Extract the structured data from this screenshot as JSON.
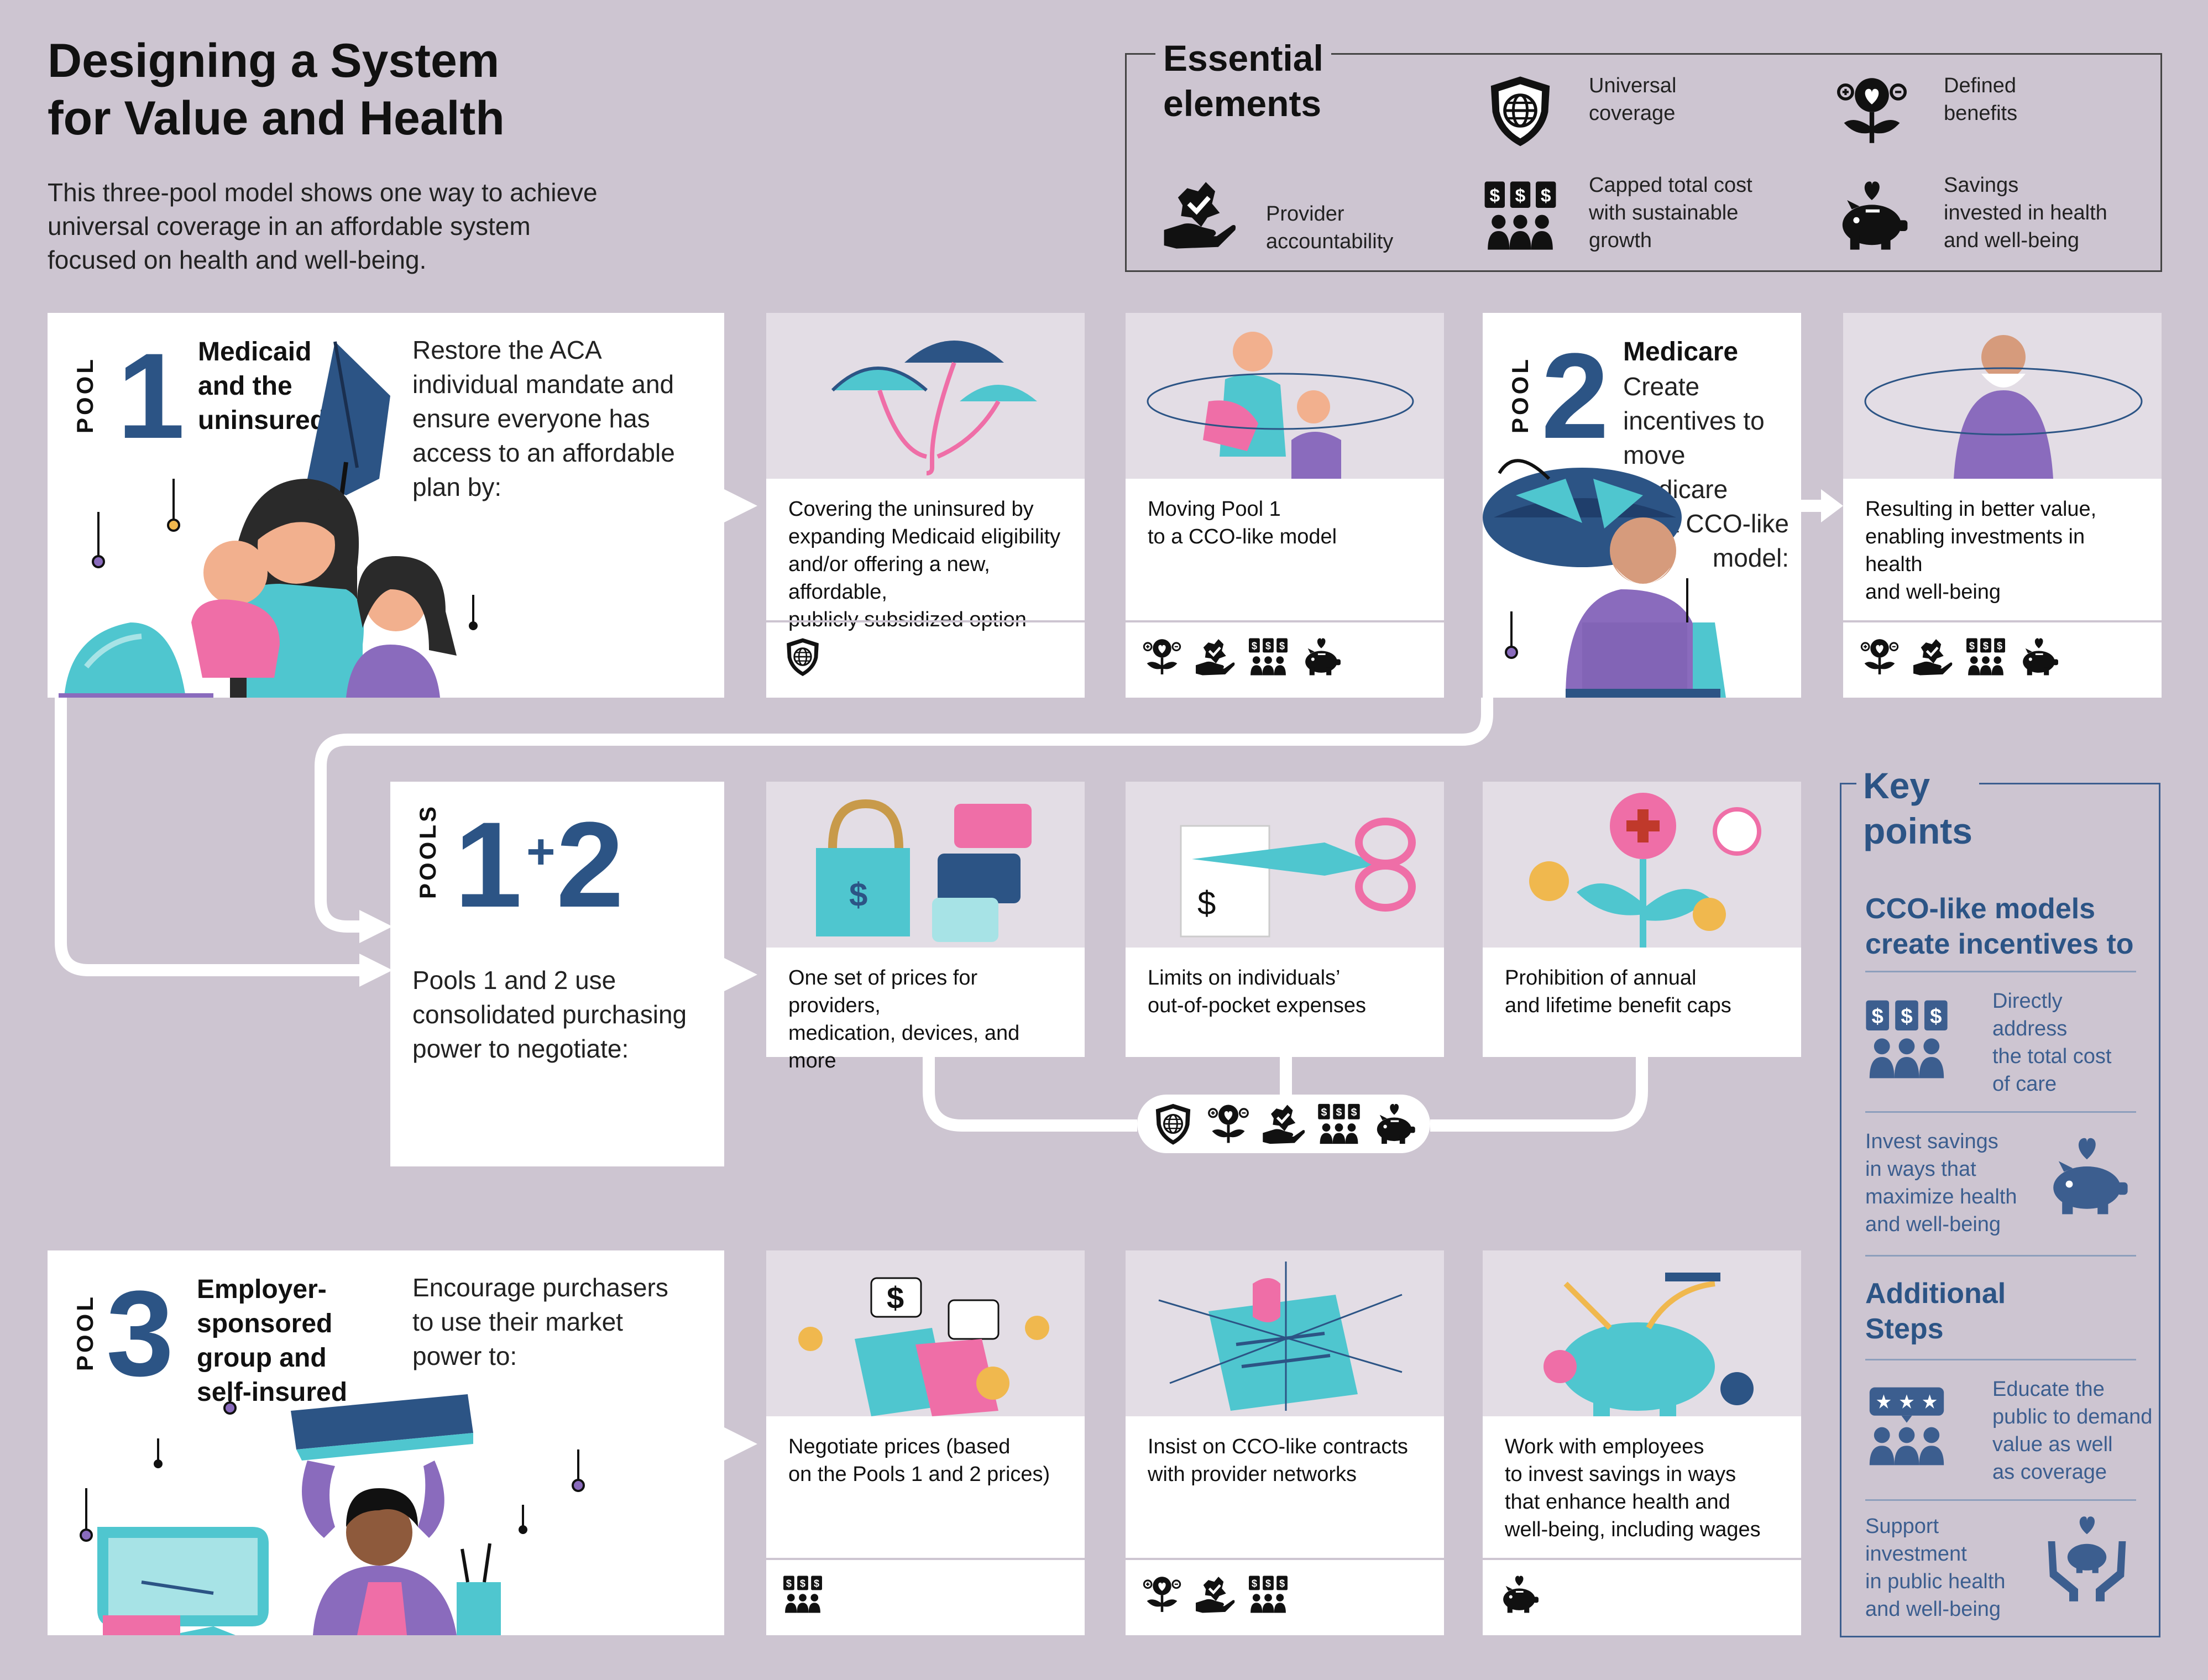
{
  "header": {
    "title_line1": "Designing a System",
    "title_line2": "for Value and Health",
    "subtitle": "This three-pool model shows one way to achieve universal coverage in an affordable system focused on health and well-being."
  },
  "essential": {
    "title_line1": "Essential",
    "title_line2": "elements",
    "items": [
      {
        "icon": "shield-globe-icon",
        "lines": [
          "Universal",
          "coverage"
        ]
      },
      {
        "icon": "flower-heart-icon",
        "lines": [
          "Defined",
          "benefits"
        ]
      },
      {
        "icon": "hand-check-icon",
        "lines": [
          "Provider",
          "accountability"
        ]
      },
      {
        "icon": "people-dollar-icon",
        "lines": [
          "Capped total cost",
          "with sustainable",
          "growth"
        ]
      },
      {
        "icon": "piggy-bank-heart-icon",
        "lines": [
          "Savings",
          "invested in health",
          "and well-being"
        ]
      }
    ]
  },
  "pool1": {
    "label": "POOL",
    "number": "1",
    "name_lines": [
      "Medicaid",
      "and the",
      "uninsured"
    ],
    "desc_lines": [
      "Restore the ACA",
      "individual mandate and",
      "ensure everyone has",
      "access to an affordable",
      "plan by:"
    ]
  },
  "pool2": {
    "label": "POOL",
    "number": "2",
    "name_lines": [
      "Medicare"
    ],
    "desc_lines": [
      "Create",
      "incentives to",
      "move Medicare",
      "to a CCO-like",
      "model:"
    ]
  },
  "pools12": {
    "label": "POOLS",
    "num_left": "1",
    "plus": "+",
    "num_right": "2",
    "desc_lines": [
      "Pools 1 and 2 use",
      "consolidated purchasing",
      "power to negotiate:"
    ]
  },
  "pool3": {
    "label": "POOL",
    "number": "3",
    "name_lines": [
      "Employer-",
      "sponsored",
      "group and",
      "self-insured"
    ],
    "desc_lines": [
      "Encourage purchasers",
      "to use their market",
      "power to:"
    ]
  },
  "cards": [
    {
      "id": "c1",
      "lines": [
        "Covering the uninsured by",
        "expanding Medicaid eligibility",
        "and/or offering a new, affordable,",
        "publicly subsidized option"
      ],
      "icons": [
        "shield-globe-icon"
      ]
    },
    {
      "id": "c2",
      "lines": [
        "Moving Pool 1",
        "to a CCO-like model"
      ],
      "icons": [
        "flower-heart-icon",
        "hand-check-icon",
        "people-dollar-icon",
        "piggy-bank-heart-icon"
      ]
    },
    {
      "id": "c3",
      "lines": [
        "Resulting in better value,",
        "enabling investments in health",
        "and well-being"
      ],
      "icons": [
        "flower-heart-icon",
        "hand-check-icon",
        "people-dollar-icon",
        "piggy-bank-heart-icon"
      ]
    },
    {
      "id": "c4",
      "lines": [
        "One set of prices for providers,",
        "medication, devices, and more"
      ],
      "icons": []
    },
    {
      "id": "c5",
      "lines": [
        "Limits on individuals’",
        "out-of-pocket expenses"
      ],
      "icons": []
    },
    {
      "id": "c6",
      "lines": [
        "Prohibition of annual",
        "and lifetime benefit caps"
      ],
      "icons": []
    },
    {
      "id": "c7",
      "lines": [
        "Negotiate prices (based",
        "on the Pools 1 and 2 prices)"
      ],
      "icons": [
        "people-dollar-icon"
      ]
    },
    {
      "id": "c8",
      "lines": [
        "Insist on CCO-like contracts",
        "with provider networks"
      ],
      "icons": [
        "flower-heart-icon",
        "hand-check-icon",
        "people-dollar-icon"
      ]
    },
    {
      "id": "c9",
      "lines": [
        "Work with employees",
        "to invest savings in ways",
        "that enhance health and",
        "well-being, including wages"
      ],
      "icons": [
        "piggy-bank-heart-icon"
      ]
    }
  ],
  "pill_icons": [
    "shield-globe-icon",
    "flower-heart-icon",
    "hand-check-icon",
    "people-dollar-icon",
    "piggy-bank-heart-icon"
  ],
  "key_points": {
    "title_line1": "Key",
    "title_line2": "points",
    "heading1_lines": [
      "CCO-like models",
      "create incentives to"
    ],
    "item1_lines": [
      "Directly",
      "address",
      "the total cost",
      "of care"
    ],
    "item2_lines": [
      "Invest savings",
      "in ways that",
      "maximize health",
      "and well-being"
    ],
    "heading2_lines": [
      "Additional",
      "Steps"
    ],
    "item3_lines": [
      "Educate the",
      "public to demand",
      "value as well",
      "as coverage"
    ],
    "item4_lines": [
      "Support",
      "investment",
      "in public health",
      "and well-being"
    ]
  },
  "colors": {
    "background": "#cdc5d1",
    "card": "#ffffff",
    "illustration_panel": "#e3dde5",
    "accent_blue": "#2c5485",
    "key_blue": "#3c5e8f",
    "teal": "#4fc6cf",
    "pink": "#ef6ea7",
    "purple": "#8a6bbd"
  }
}
